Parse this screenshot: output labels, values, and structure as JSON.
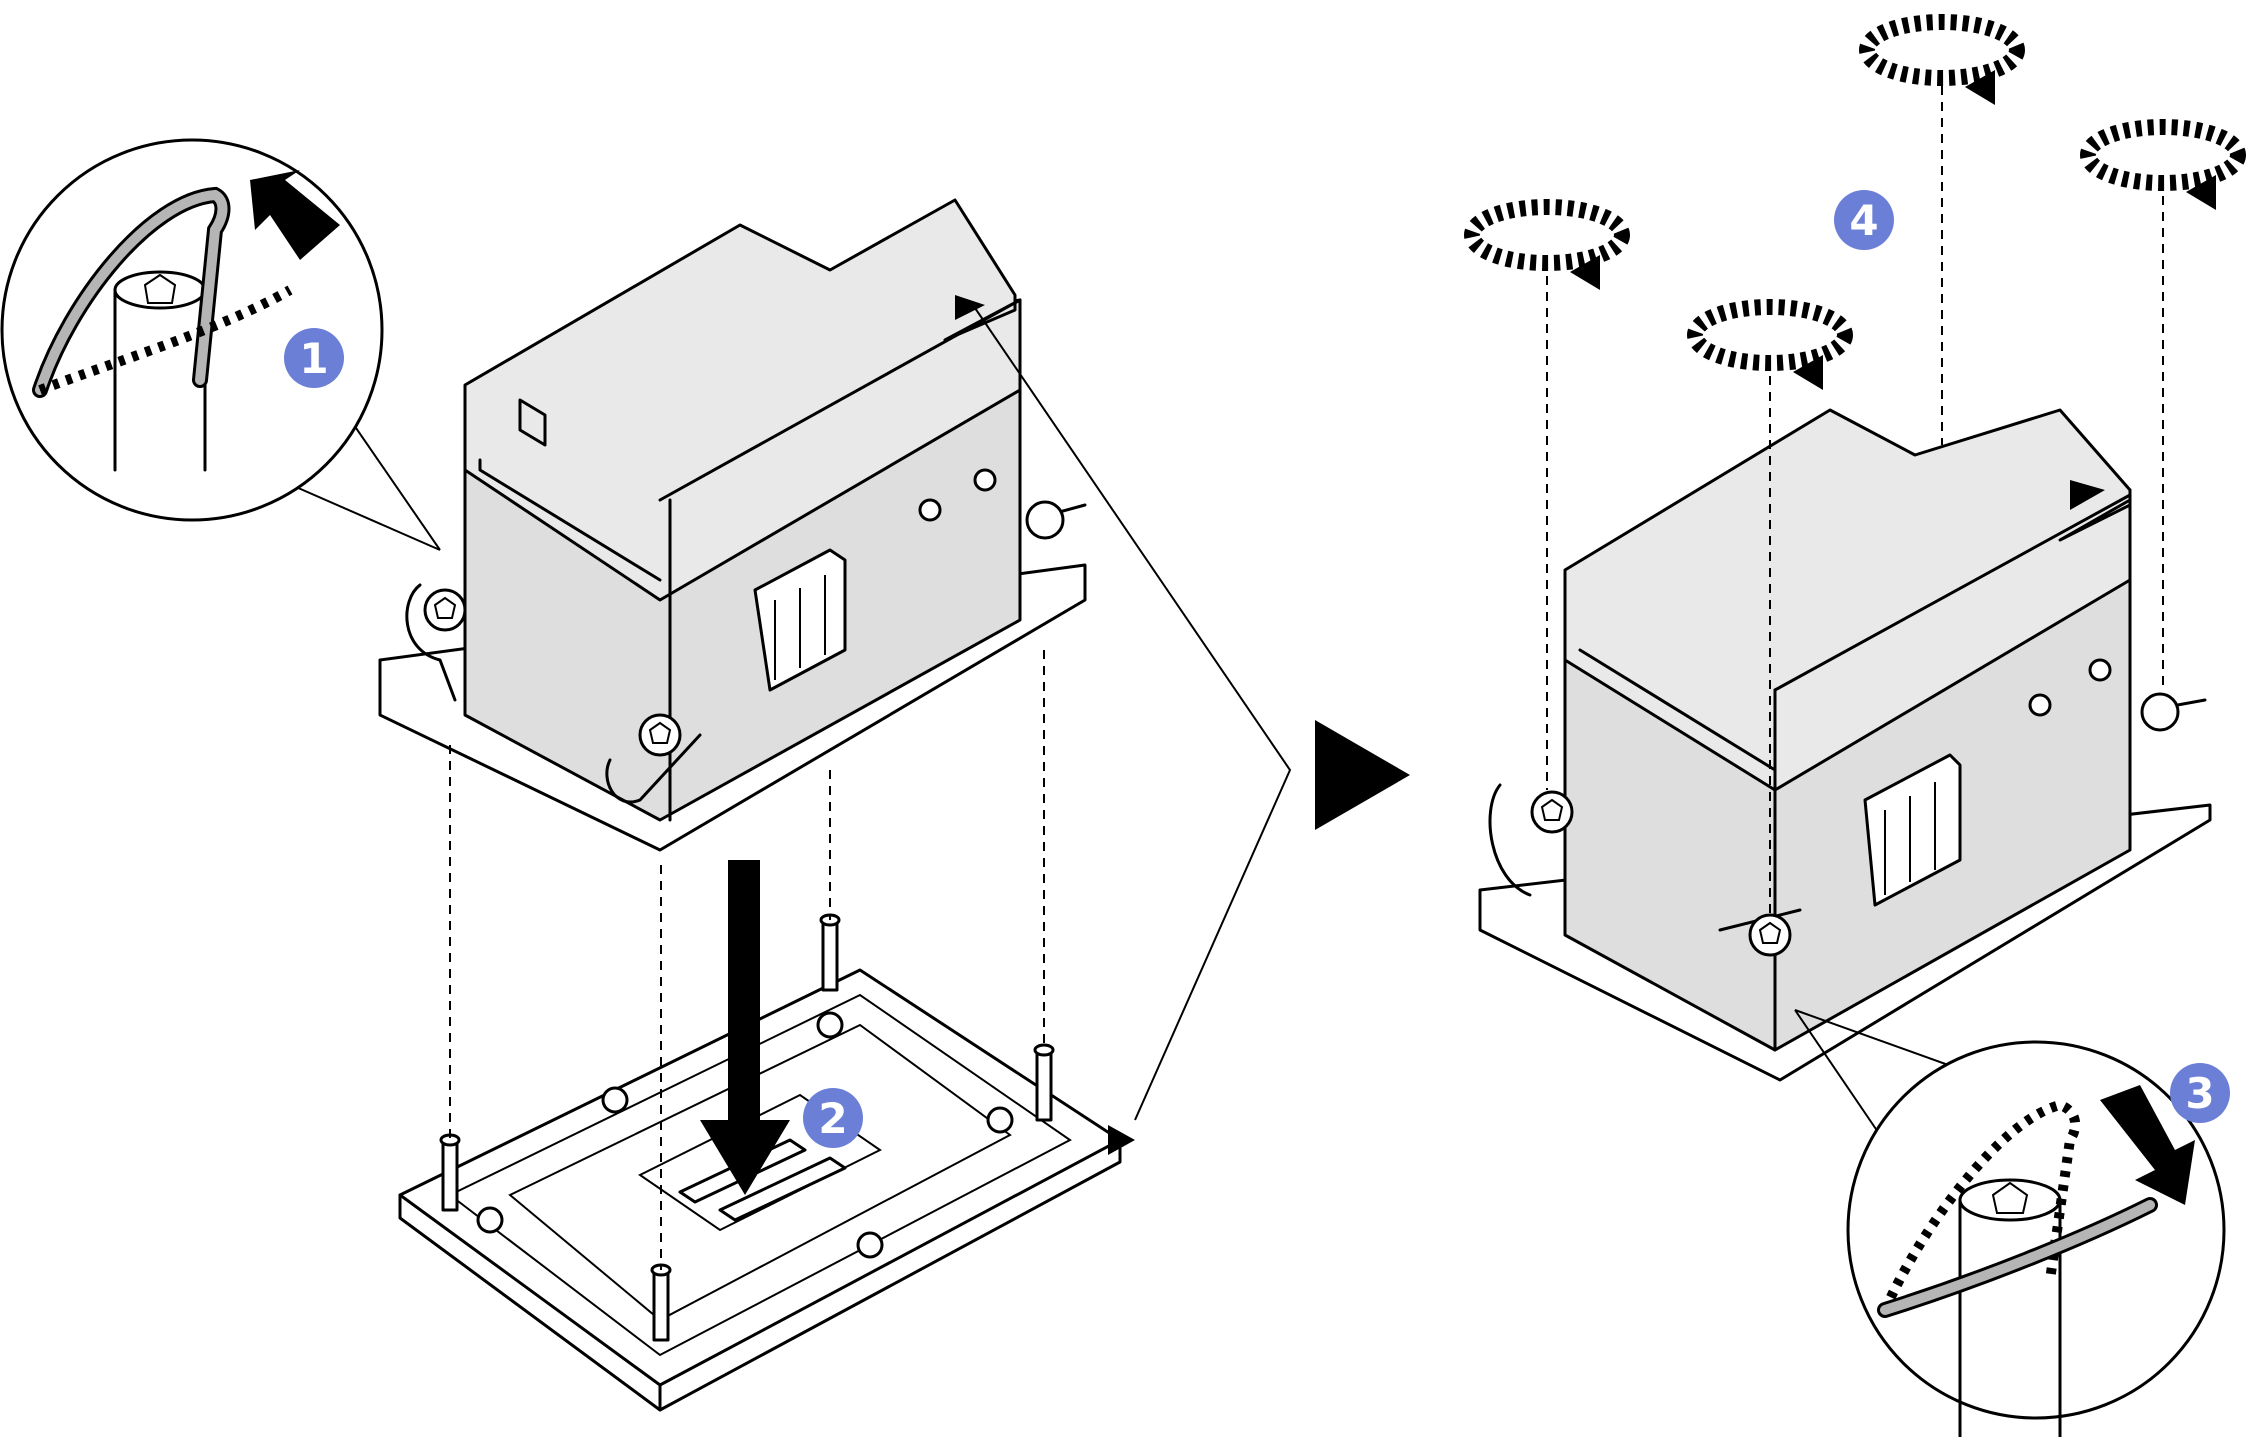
{
  "colors": {
    "badge": "#6b7fd7",
    "badge_text": "#ffffff",
    "heatsink_fill": "#dedede",
    "heatsink_top": "#e9e9e9",
    "line": "#000000",
    "background": "#ffffff"
  },
  "steps": [
    {
      "id": "step-1",
      "label": "1"
    },
    {
      "id": "step-2",
      "label": "2"
    },
    {
      "id": "step-3",
      "label": "3"
    },
    {
      "id": "step-4",
      "label": "4"
    }
  ],
  "icons": {
    "transition": "play-triangle-icon",
    "lift_arrow": "arrow-up-right-icon",
    "press_arrow": "arrow-down-icon",
    "lock_arrow": "arrow-down-right-icon",
    "rotate": "rotate-clockwise-icon",
    "torx": "torx-nut-icon"
  }
}
